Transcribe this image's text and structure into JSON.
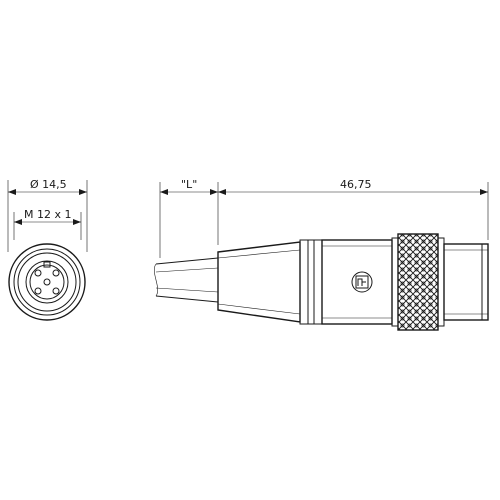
{
  "dimensions": {
    "diameter": "Ø 14,5",
    "thread": "M 12 x 1",
    "length_label": "\"L\"",
    "length_value": "46,75"
  },
  "icons": {
    "logo": "brand-logo-icon"
  },
  "colors": {
    "line": "#1a1a1a",
    "background": "#ffffff"
  }
}
